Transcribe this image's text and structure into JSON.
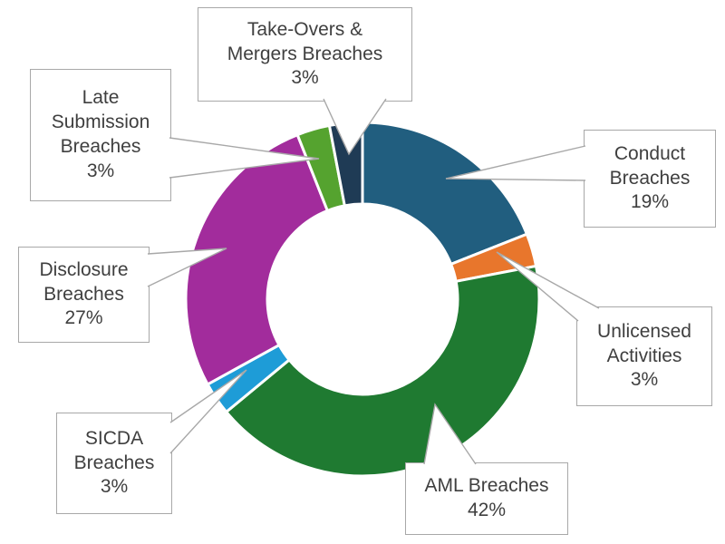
{
  "chart_data": {
    "type": "pie",
    "subtype": "donut",
    "title": "",
    "start_angle_deg": 0,
    "direction": "clockwise",
    "legend": "none",
    "slice_separator_color": "#ffffff",
    "callout_border_color": "#A8A8A8",
    "callout_text_color": "#3F3F3F",
    "background_color": "#ffffff",
    "segments": [
      {
        "id": "conduct-breaches",
        "label": "Conduct Breaches",
        "value": 19,
        "percent_label": "19%",
        "color": "#215E7F",
        "callout": "Conduct\nBreaches\n19%"
      },
      {
        "id": "unlicensed-activities",
        "label": "Unlicensed Activities",
        "value": 3,
        "percent_label": "3%",
        "color": "#E8762C",
        "callout": "Unlicensed\nActivities\n3%"
      },
      {
        "id": "aml-breaches",
        "label": "AML Breaches",
        "value": 42,
        "percent_label": "42%",
        "color": "#1F7A31",
        "callout": "AML Breaches\n42%"
      },
      {
        "id": "sicda-breaches",
        "label": "SICDA Breaches",
        "value": 3,
        "percent_label": "3%",
        "color": "#1E9CD7",
        "callout": "SICDA\nBreaches\n3%"
      },
      {
        "id": "disclosure-breaches",
        "label": "Disclosure Breaches",
        "value": 27,
        "percent_label": "27%",
        "color": "#A22C9C",
        "callout": "Disclosure\nBreaches\n27%"
      },
      {
        "id": "late-submission-breaches",
        "label": "Late Submission Breaches",
        "value": 3,
        "percent_label": "3%",
        "color": "#55A32F",
        "callout": "Late\nSubmission\nBreaches\n3%"
      },
      {
        "id": "takeovers-mergers-breaches",
        "label": "Take-Overs & Mergers Breaches",
        "value": 3,
        "percent_label": "3%",
        "color": "#1F3B55",
        "callout": "Take-Overs &\nMergers Breaches\n3%"
      }
    ]
  }
}
